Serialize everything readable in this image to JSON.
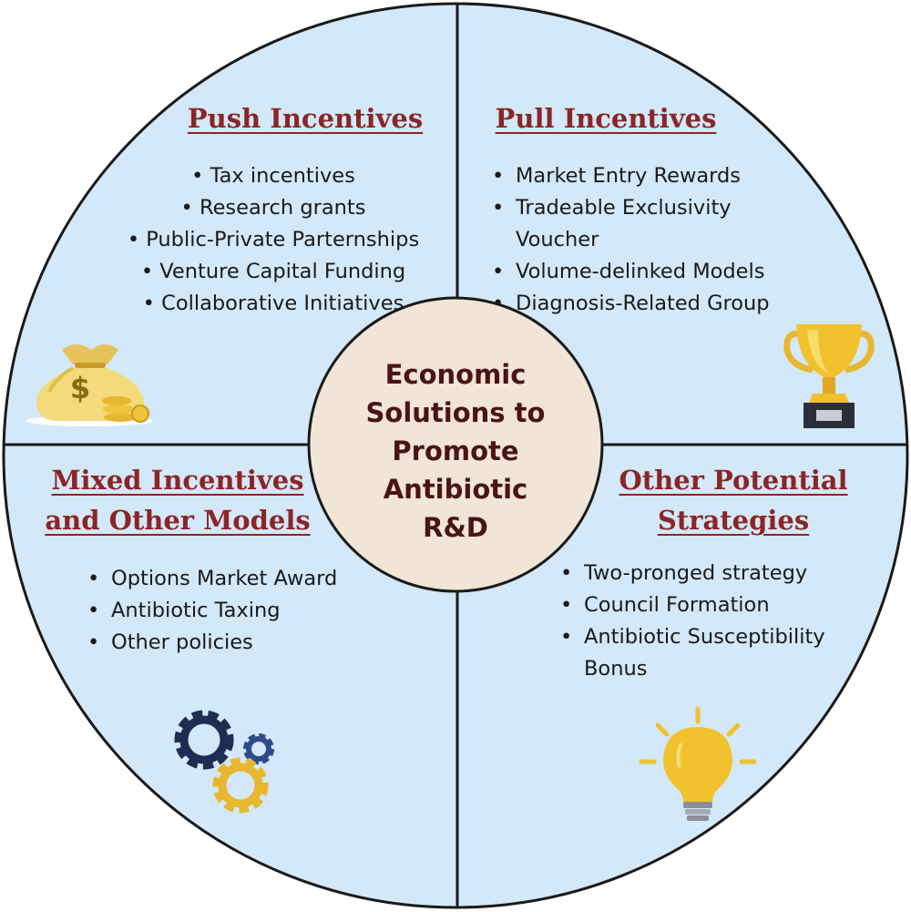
{
  "center": {
    "lines": [
      "Economic",
      "Solutions to",
      "Promote",
      "Antibiotic",
      "R&D"
    ]
  },
  "quadrants": {
    "push": {
      "title": "Push Incentives",
      "items": [
        "Tax incentives",
        "Research grants",
        "Public-Private Parternships",
        "Venture Capital Funding",
        "Collaborative Initiatives"
      ],
      "icon": "money-bag-icon"
    },
    "pull": {
      "title": "Pull Incentives",
      "items": [
        "Market Entry Rewards",
        "Tradeable Exclusivity",
        "Voucher",
        "Volume-delinked Models",
        "Diagnosis-Related Group"
      ],
      "icon": "trophy-icon"
    },
    "mixed": {
      "title_lines": [
        "Mixed Incentives",
        "and Other Models"
      ],
      "items": [
        "Options Market Award",
        "Antibiotic Taxing",
        "Other policies"
      ],
      "icon": "gears-icon"
    },
    "other": {
      "title_lines": [
        "Other Potential",
        "Strategies"
      ],
      "items": [
        "Two-pronged strategy",
        "Council Formation",
        "Antibiotic Susceptibility",
        "Bonus"
      ],
      "icon": "light-bulb-icon"
    }
  },
  "colors": {
    "circle_fill": "#d3e8f8",
    "circle_stroke": "#1a1a1a",
    "center_fill": "#f0e5d6",
    "title_color": "#8a2626",
    "icon_gold": "#e8b730",
    "icon_navy": "#1f2d52"
  }
}
